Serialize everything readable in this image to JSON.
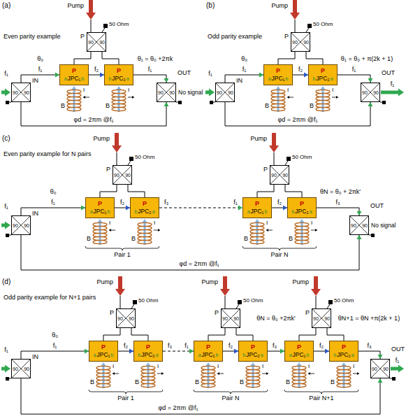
{
  "diagram": {
    "nodes": [
      {
        "text": [
          "90",
          "90"
        ]
      },
      {
        "text": [
          "90",
          "90"
        ]
      },
      {
        "text": [
          "P",
          "a",
          "JPC₁",
          "b"
        ]
      },
      {
        "text": [
          "P",
          "b",
          "JPC₂",
          "a"
        ]
      },
      {
        "text": [
          "90",
          "90"
        ]
      },
      {
        "text": [
          "90",
          "90"
        ]
      },
      {
        "text": [
          "90",
          "90"
        ]
      },
      {
        "text": [
          "P",
          "a",
          "JPC₁",
          "b"
        ]
      },
      {
        "text": [
          "P",
          "b",
          "JPC₂",
          "a"
        ]
      },
      {
        "text": [
          "90",
          "90"
        ]
      },
      {
        "text": [
          "90",
          "90"
        ]
      },
      {
        "text": [
          "90",
          "90"
        ]
      },
      {
        "text": [
          "P",
          "a",
          "JPC₁",
          "b"
        ]
      },
      {
        "text": [
          "P",
          "b",
          "JPC₂",
          "a"
        ]
      },
      {
        "text": [
          "90",
          "90"
        ]
      },
      {
        "text": [
          "P",
          "a",
          "JPC₁",
          "b"
        ]
      },
      {
        "text": [
          "P",
          "b",
          "JPC₂",
          "a"
        ]
      },
      {
        "text": [
          "90",
          "90"
        ]
      },
      {
        "text": [
          "90",
          "90"
        ]
      },
      {
        "text": [
          "90",
          "90"
        ]
      },
      {
        "text": [
          "P",
          "a",
          "JPC₁",
          "b"
        ]
      },
      {
        "text": [
          "P",
          "b",
          "JPC₂",
          "a"
        ]
      },
      {
        "text": [
          "90",
          "90"
        ]
      },
      {
        "text": [
          "P",
          "a",
          "JPC₁",
          "b"
        ]
      },
      {
        "text": [
          "P",
          "b",
          "JPC₂",
          "a"
        ]
      },
      {
        "text": [
          "90",
          "90"
        ]
      },
      {
        "text": [
          "P",
          "a",
          "JPC₁",
          "b"
        ]
      },
      {
        "text": [
          "P",
          "b",
          "JPC₂",
          "a"
        ]
      },
      {
        "text": [
          "90",
          "90"
        ]
      }
    ],
    "edges": [
      {
        "from": 0,
        "to": 2,
        "arrow": "to"
      },
      {
        "from": 1,
        "to": 2,
        "arrow": "none"
      },
      {
        "from": 1,
        "to": 3,
        "arrow": "none"
      },
      {
        "from": 2,
        "to": 3,
        "arrow": "to"
      },
      {
        "from": 3,
        "to": 4,
        "arrow": "to"
      },
      {
        "from": 0,
        "to": 4,
        "arrow": "to"
      },
      {
        "from": 5,
        "to": 7,
        "arrow": "to"
      },
      {
        "from": 6,
        "to": 7,
        "arrow": "none"
      },
      {
        "from": 6,
        "to": 8,
        "arrow": "none"
      },
      {
        "from": 7,
        "to": 8,
        "arrow": "to"
      },
      {
        "from": 8,
        "to": 9,
        "arrow": "to"
      },
      {
        "from": 5,
        "to": 9,
        "arrow": "to"
      },
      {
        "from": 10,
        "to": 12,
        "arrow": "to"
      },
      {
        "from": 11,
        "to": 12,
        "arrow": "none"
      },
      {
        "from": 11,
        "to": 13,
        "arrow": "none"
      },
      {
        "from": 12,
        "to": 13,
        "arrow": "to"
      },
      {
        "from": 13,
        "to": 15,
        "arrow": "to"
      },
      {
        "from": 14,
        "to": 15,
        "arrow": "none"
      },
      {
        "from": 14,
        "to": 16,
        "arrow": "none"
      },
      {
        "from": 15,
        "to": 16,
        "arrow": "to"
      },
      {
        "from": 16,
        "to": 17,
        "arrow": "to"
      },
      {
        "from": 10,
        "to": 17,
        "arrow": "to"
      },
      {
        "from": 18,
        "to": 20,
        "arrow": "to"
      },
      {
        "from": 19,
        "to": 20,
        "arrow": "none"
      },
      {
        "from": 19,
        "to": 21,
        "arrow": "none"
      },
      {
        "from": 20,
        "to": 21,
        "arrow": "to"
      },
      {
        "from": 21,
        "to": 23,
        "arrow": "to"
      },
      {
        "from": 22,
        "to": 23,
        "arrow": "none"
      },
      {
        "from": 22,
        "to": 24,
        "arrow": "none"
      },
      {
        "from": 23,
        "to": 24,
        "arrow": "to"
      },
      {
        "from": 24,
        "to": 26,
        "arrow": "to"
      },
      {
        "from": 25,
        "to": 26,
        "arrow": "none"
      },
      {
        "from": 25,
        "to": 27,
        "arrow": "none"
      },
      {
        "from": 26,
        "to": 27,
        "arrow": "to"
      },
      {
        "from": 27,
        "to": 28,
        "arrow": "to"
      },
      {
        "from": 18,
        "to": 28,
        "arrow": "to"
      }
    ],
    "labels": [
      "(a)",
      "Even parity example",
      "f₁",
      "IN",
      "θ₀",
      "Pump",
      "P",
      "50 Ohm",
      "f₁",
      "f₂",
      "f₁",
      "B",
      "I",
      "B",
      "I",
      "θ₁ = θ₀ +2πk",
      "OUT",
      "No signal",
      "φd = 2πm @f₁",
      "(b)",
      "Odd parity example",
      "f₁",
      "IN",
      "θ₀",
      "Pump",
      "P",
      "50 Ohm",
      "f₁",
      "f₂",
      "f₁",
      "B",
      "I",
      "B",
      "I",
      "θ₁ = θ₀ + π(2k + 1)",
      "OUT",
      "f₁",
      "φd = 2πm @f₁",
      "(c)",
      "Even parity example for N pairs",
      "f₁",
      "IN",
      "θ₀",
      "Pump",
      "P",
      "50 Ohm",
      "f₁",
      "f₂",
      "f₃",
      "B",
      "I",
      "B",
      "I",
      "Pair 1",
      "Pump",
      "P",
      "50 Ohm",
      "f₁",
      "f₂",
      "f₃",
      "B",
      "I",
      "B",
      "I",
      "Pair N",
      "θN = θ₀ + 2πk'",
      "OUT",
      "No signal",
      "φd = 2πm @f₁",
      "(d)",
      "Odd parity example for N+1 pairs",
      "f₁",
      "IN",
      "θ₀",
      "Pump",
      "P",
      "50 Ohm",
      "f₁",
      "f₂",
      "f₃",
      "B",
      "I",
      "B",
      "I",
      "Pair 1",
      "Pump",
      "P",
      "50 Ohm",
      "f₁",
      "f₂",
      "f₃",
      "B",
      "I",
      "B",
      "I",
      "Pair N",
      "Pump",
      "P",
      "50 Ohm",
      "f₂",
      "f₃",
      "B",
      "I",
      "B",
      "I",
      "Pair N+1",
      "θN = θ₀ +2πk'",
      "θN+1 = θN +π(2k + 1)",
      "OUT",
      "f₁",
      "φd = 2πm @f₁"
    ]
  }
}
